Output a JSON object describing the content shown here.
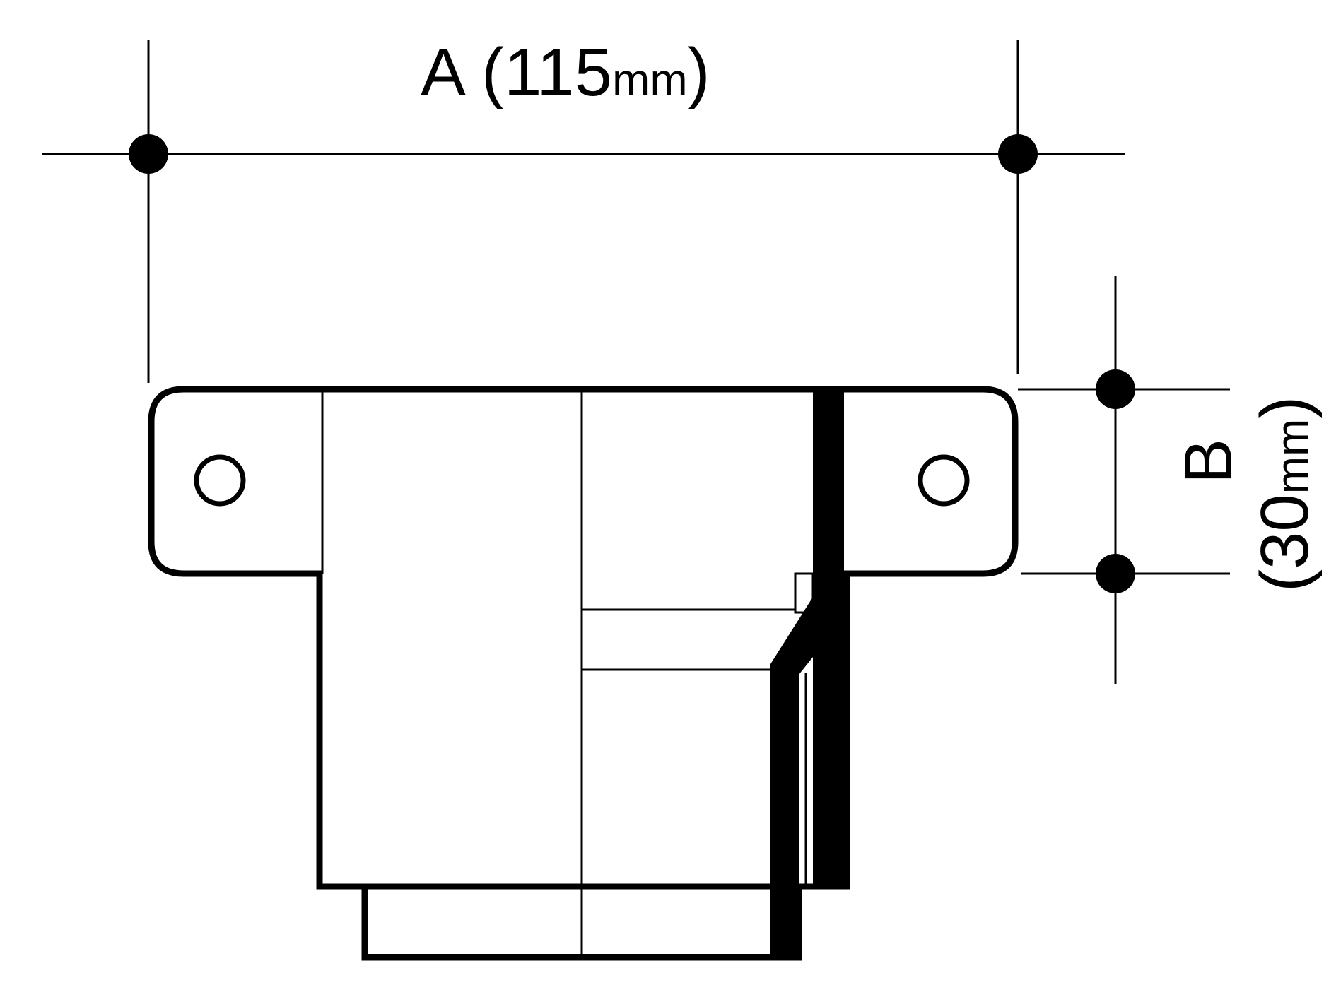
{
  "dimensions": {
    "a": {
      "letter": "A",
      "value": "(115",
      "unit": "mm",
      "close": ")"
    },
    "b": {
      "letter": "B",
      "value": "(30",
      "unit": "mm",
      "close": ")"
    }
  },
  "colors": {
    "line": "#000000",
    "background": "#ffffff"
  }
}
